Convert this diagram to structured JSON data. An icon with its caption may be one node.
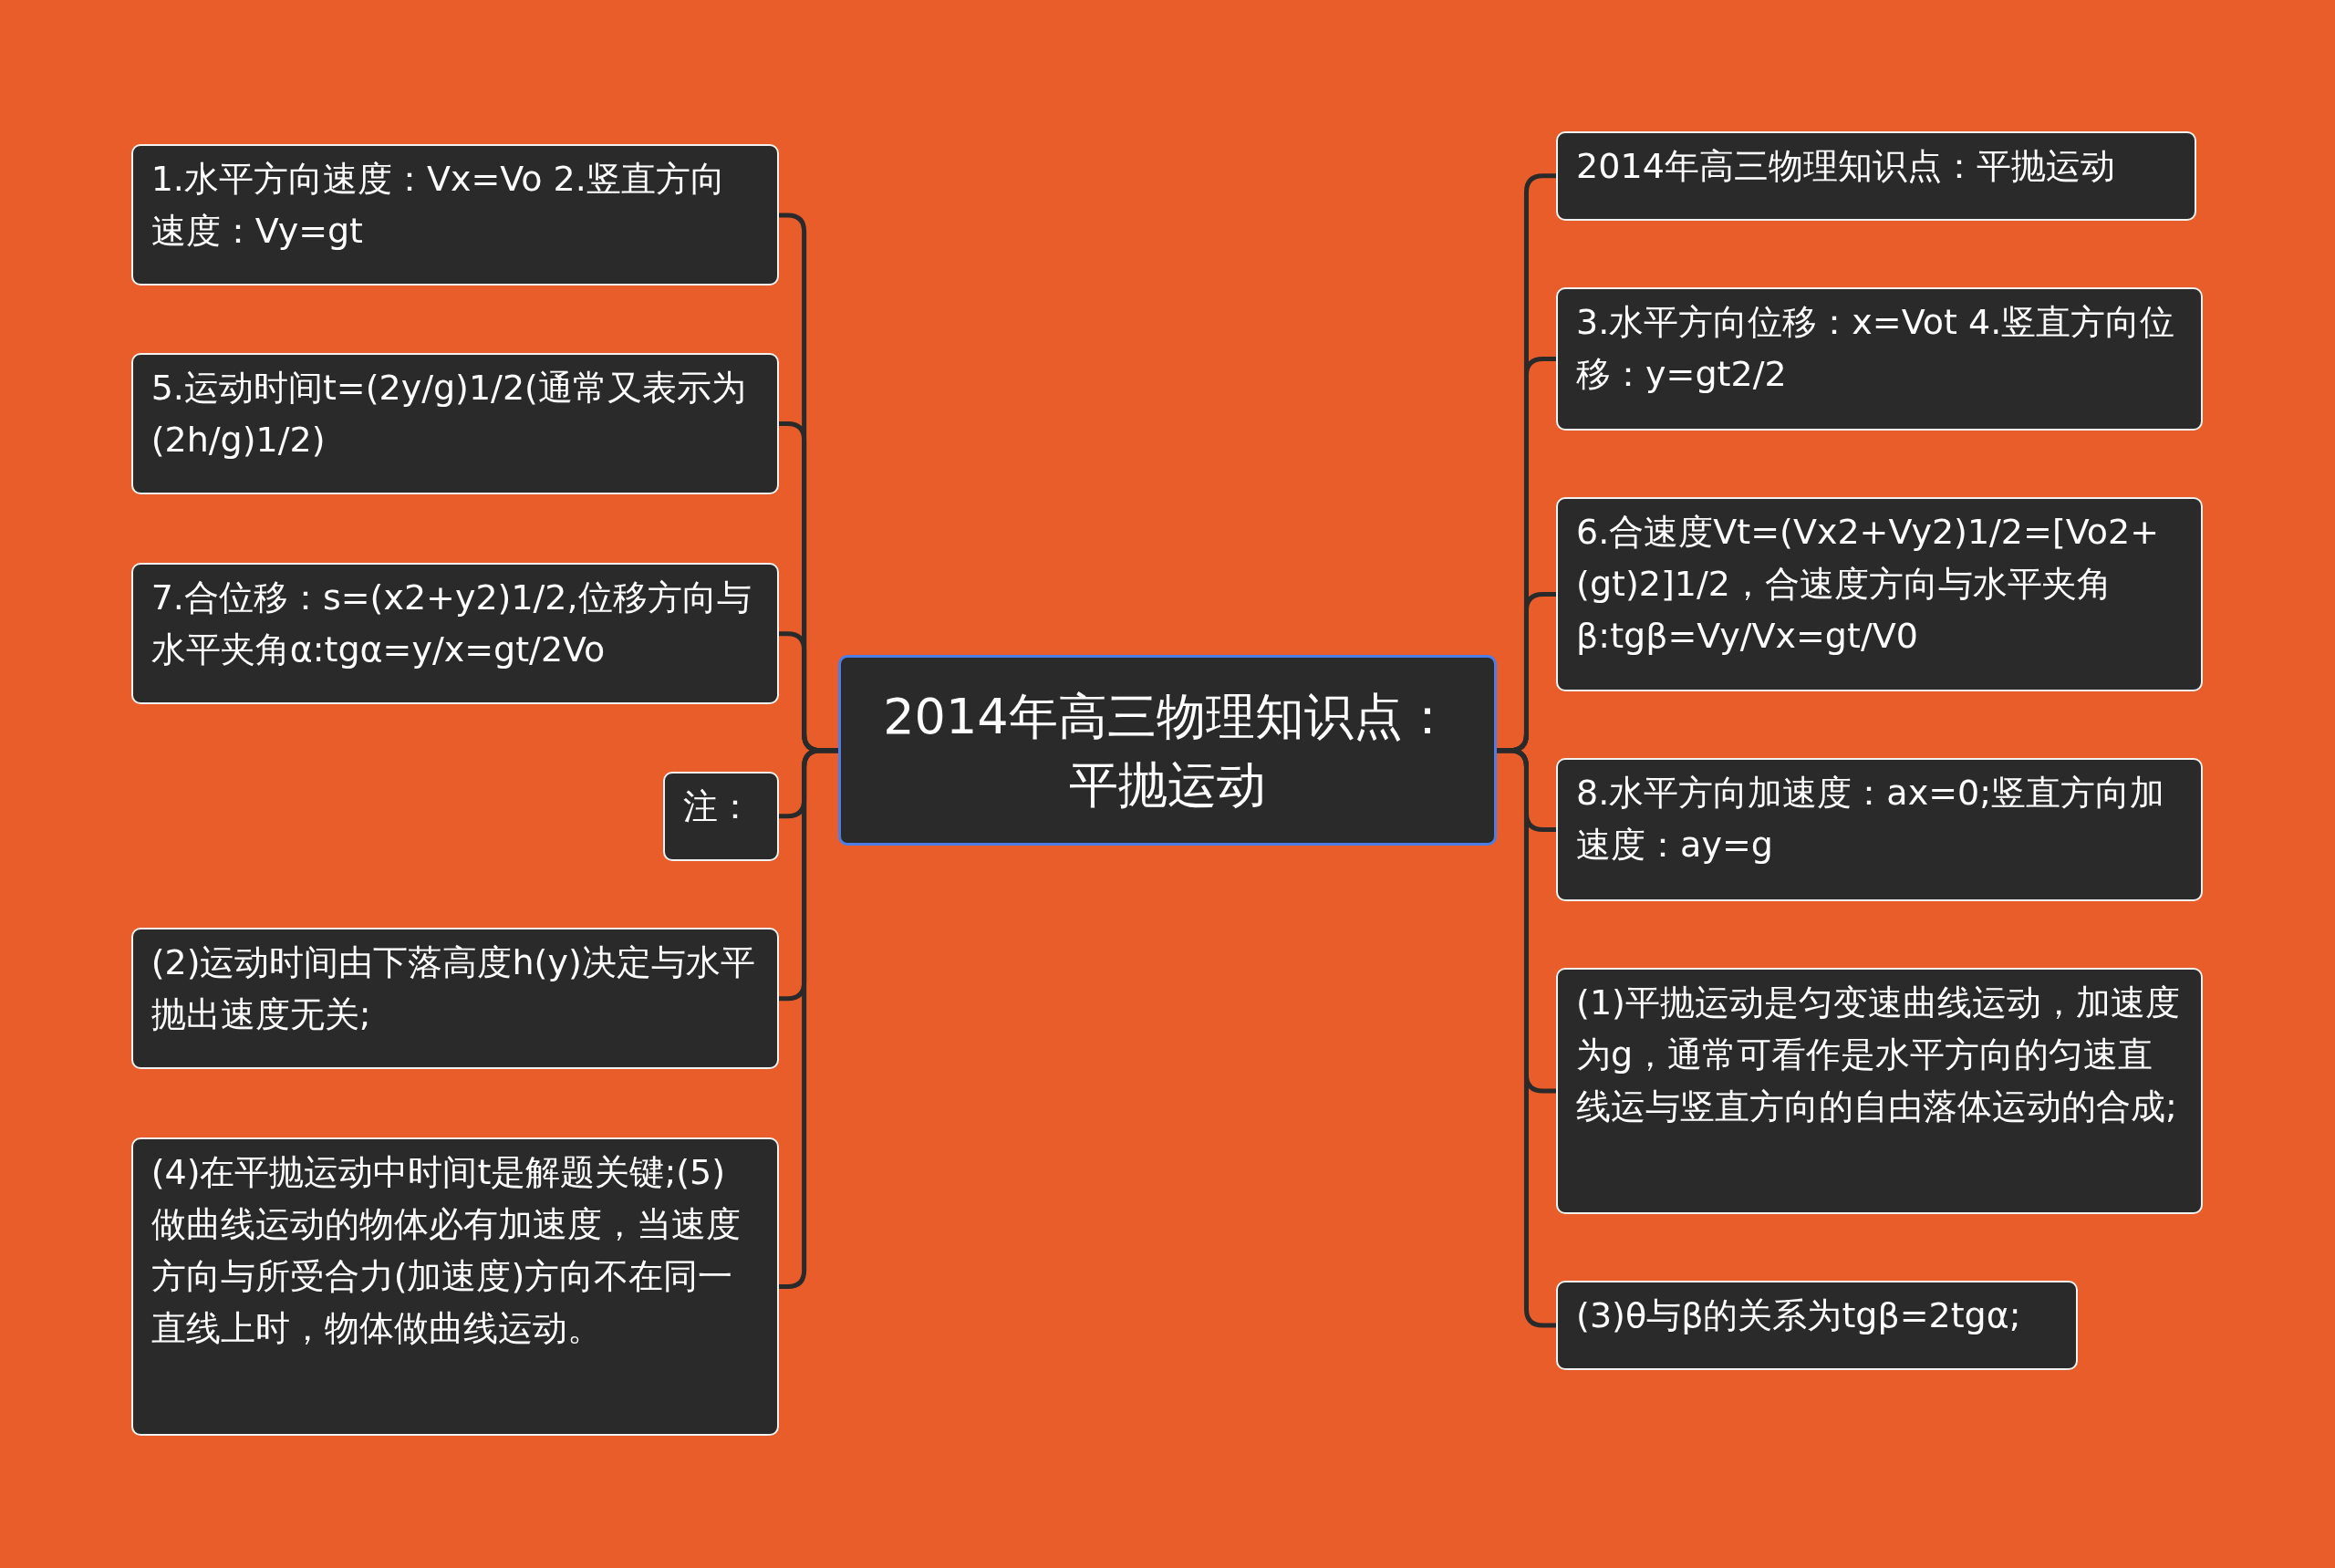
{
  "diagram": {
    "nodes": [
      {
        "text": [
          "2014年高三物理知识点：平抛运动"
        ]
      },
      {
        "text": [
          "1.水平方向速度：Vx=Vo 2.竖直方向速度：Vy=gt"
        ]
      },
      {
        "text": [
          "5.运动时间t=(2y/g)1/2(通常又表示为(2h/g)1/2)"
        ]
      },
      {
        "text": [
          "7.合位移：s=(x2+y2)1/2,位移方向与水平夹角α:tgα=y/x=gt/2Vo"
        ]
      },
      {
        "text": [
          "注："
        ]
      },
      {
        "text": [
          "(2)运动时间由下落高度h(y)决定与水平抛出速度无关;"
        ]
      },
      {
        "text": [
          "(4)在平抛运动中时间t是解题关键;(5)做曲线运动的物体必有加速度，当速度方向与所受合力(加速度)方向不在同一直线上时，物体做曲线运动。"
        ]
      },
      {
        "text": [
          "2014年高三物理知识点：平抛运动"
        ]
      },
      {
        "text": [
          "3.水平方向位移：x=Vot 4.竖直方向位移：y=gt2/2"
        ]
      },
      {
        "text": [
          "6.合速度Vt=(Vx2+Vy2)1/2=[Vo2+(gt)2]1/2，合速度方向与水平夹角β:tgβ=Vy/Vx=gt/V0"
        ]
      },
      {
        "text": [
          "8.水平方向加速度：ax=0;竖直方向加速度：ay=g"
        ]
      },
      {
        "text": [
          "(1)平抛运动是匀变速曲线运动，加速度为g，通常可看作是水平方向的匀速直线运与竖直方向的自由落体运动的合成;"
        ]
      },
      {
        "text": [
          "(3)θ与β的关系为tgβ=2tgα;"
        ]
      }
    ],
    "edges": [
      {
        "from": 0,
        "to": 1,
        "arrow": "none"
      },
      {
        "from": 0,
        "to": 2,
        "arrow": "none"
      },
      {
        "from": 0,
        "to": 3,
        "arrow": "none"
      },
      {
        "from": 0,
        "to": 4,
        "arrow": "none"
      },
      {
        "from": 0,
        "to": 5,
        "arrow": "none"
      },
      {
        "from": 0,
        "to": 6,
        "arrow": "none"
      },
      {
        "from": 0,
        "to": 7,
        "arrow": "none"
      },
      {
        "from": 0,
        "to": 8,
        "arrow": "none"
      },
      {
        "from": 0,
        "to": 9,
        "arrow": "none"
      },
      {
        "from": 0,
        "to": 10,
        "arrow": "none"
      },
      {
        "from": 0,
        "to": 11,
        "arrow": "none"
      },
      {
        "from": 0,
        "to": 12,
        "arrow": "none"
      }
    ]
  }
}
